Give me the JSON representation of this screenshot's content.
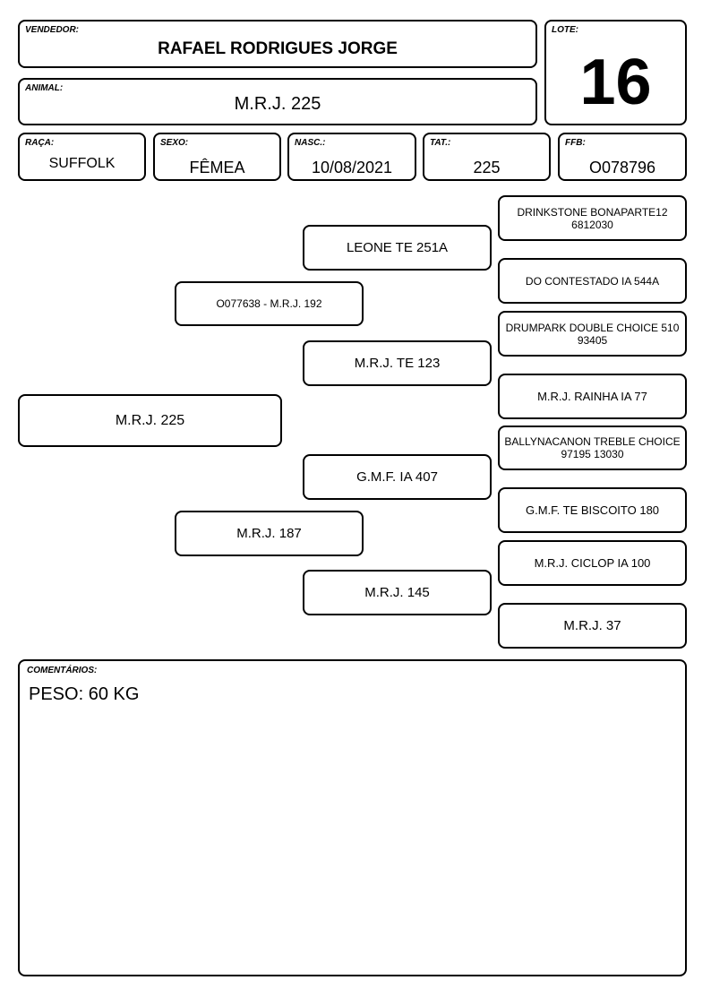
{
  "header": {
    "vendedor_label": "VENDEDOR:",
    "vendedor": "RAFAEL RODRIGUES JORGE",
    "lote_label": "LOTE:",
    "lote": "16",
    "animal_label": "ANIMAL:",
    "animal": "M.R.J. 225"
  },
  "info": {
    "raca_label": "RAÇA:",
    "raca": "SUFFOLK",
    "sexo_label": "SEXO:",
    "sexo": "FÊMEA",
    "nasc_label": "NASC.:",
    "nasc": "10/08/2021",
    "tat_label": "TAT.:",
    "tat": "225",
    "ffb_label": "FFB:",
    "ffb": "O078796"
  },
  "pedigree": {
    "animal": "M.R.J. 225",
    "sire": "O077638 - M.R.J. 192",
    "dam": "M.R.J. 187",
    "sire_sire": "LEONE TE 251A",
    "sire_dam": "M.R.J. TE 123",
    "dam_sire": "G.M.F. IA 407",
    "dam_dam": "M.R.J. 145",
    "gg": [
      "DRINKSTONE BONAPARTE12 6812030",
      "DO CONTESTADO IA 544A",
      "DRUMPARK DOUBLE CHOICE 510 93405",
      "M.R.J. RAINHA IA 77",
      "BALLYNACANON TREBLE CHOICE 97195 13030",
      "G.M.F. TE BISCOITO 180",
      "M.R.J. CICLOP IA 100",
      "M.R.J. 37"
    ]
  },
  "comments": {
    "label": "COMENTÁRIOS:",
    "text": "PESO: 60 KG"
  }
}
